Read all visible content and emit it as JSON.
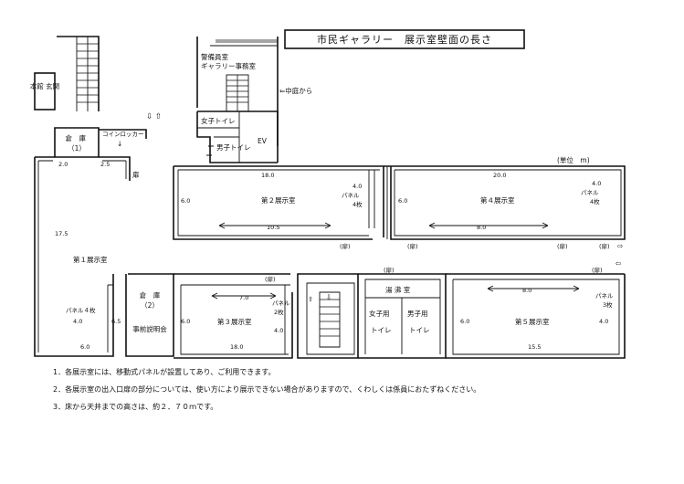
{
  "title": "市民ギャラリー　展示室壁面の長さ",
  "unit": "(単位　m)",
  "rooms": {
    "main_entrance": "本館\n玄関",
    "storage1": "倉　庫\n（1）",
    "coin_locker": "コインロッカー",
    "guard": "警備員室\nギャラリー事務室",
    "from_courtyard": "⇐中庭から",
    "womens_wc": "女子トイレ",
    "mens_wc": "男子トイレ",
    "ev": "EV",
    "room1": "第１展示室",
    "room2": "第２展示室",
    "room3": "第３展示室",
    "room4": "第４展示室",
    "room5": "第５展示室",
    "storage2": "倉　庫\n（2）",
    "briefing": "事前説明会",
    "kitchen": "湯 沸 室",
    "womens_wc2": "女子用\nトイレ",
    "mens_wc2": "男子用\nトイレ"
  },
  "door": "(扉)",
  "door_plain": "扉",
  "dims": {
    "r1_top_left": "2.0",
    "r1_top_right": "2.5",
    "r1_height": "17.5",
    "r1_bottom": "6.0",
    "r1_panel": "パネル４枚\n4.0",
    "r1_right": "6.5",
    "r2_top": "18.0",
    "r2_left": "6.0",
    "r2_mid": "10.5",
    "r2_panel": "4.0\nパネル\n4枚",
    "r3_top": "7.0",
    "r3_bottom": "18.0",
    "r3_left": "6.0",
    "r3_panel": "パネル\n2枚",
    "r3_right": "4.0",
    "r4_top": "20.0",
    "r4_left": "6.0",
    "r4_mid": "8.0",
    "r4_panel": "4.0\nパネル\n4枚",
    "r5_top": "8.0",
    "r5_bottom": "15.5",
    "r5_left": "6.0",
    "r5_panel": "パネル\n3枚",
    "r5_right": "4.0"
  },
  "notes": [
    "1．各展示室には、移動式パネルが設置してあり、ご利用できます。",
    "2．各展示室の出入口扉の部分については、使い方により展示できない場合がありますので、くわしくは係員におたずねください。",
    "3．床から天井までの高さは、約２．７０ｍです。"
  ]
}
